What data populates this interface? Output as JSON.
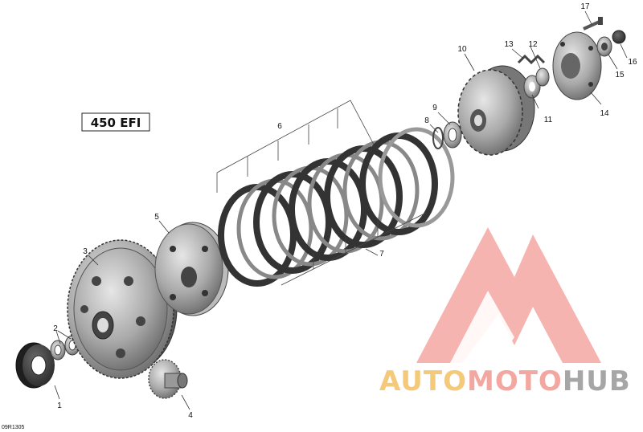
{
  "diagram": {
    "model_badge": "450 EFI",
    "doc_id": "09R1305",
    "callouts": [
      "1",
      "2",
      "3",
      "4",
      "5",
      "6",
      "7",
      "8",
      "9",
      "10",
      "11",
      "12",
      "13",
      "14",
      "15",
      "16",
      "17"
    ]
  },
  "watermark": {
    "part_auto": "AUTO",
    "part_moto": "MOTO",
    "part_hub": "HUB",
    "colors": {
      "auto": "#f5c97a",
      "moto": "#f2a8a0",
      "hub": "#a6a6a6",
      "logo": "#f08a82"
    }
  }
}
